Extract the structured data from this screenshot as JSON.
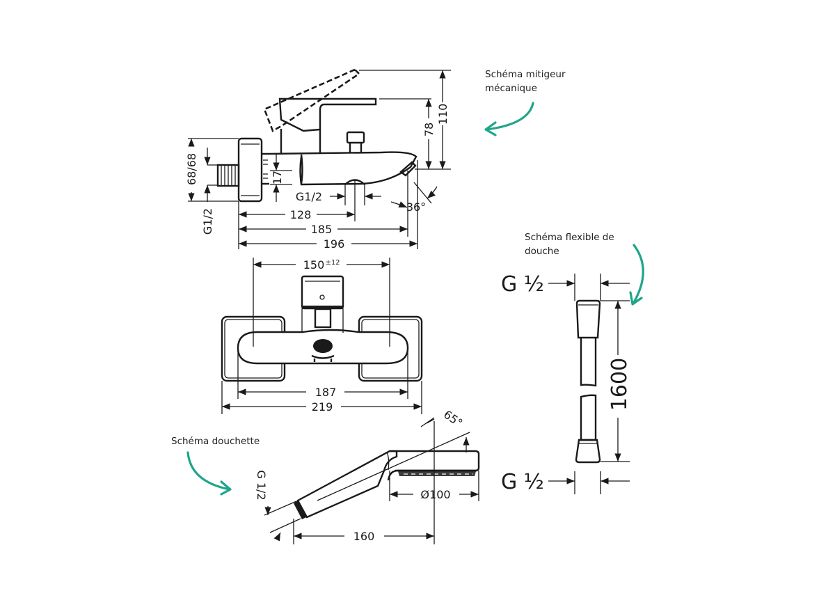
{
  "captions": {
    "mixer": [
      "Schéma mitigeur",
      "mécanique"
    ],
    "hose": [
      "Schéma flexible de",
      "douche"
    ],
    "handshower": "Schéma douchette"
  },
  "accent_color": "#1fa58a",
  "mixer_side_view": {
    "height_total": "110",
    "height_lever": "78",
    "offset_left": "68/68",
    "thread_left": "G1/2",
    "offset_17": "17",
    "thread_outlet": "G1/2",
    "angle": "36°",
    "length_128": "128",
    "length_185": "185",
    "length_196": "196"
  },
  "mixer_top_view": {
    "centers": "150",
    "centers_tolerance": "±12",
    "width_187": "187",
    "width_219": "219"
  },
  "hose": {
    "thread_top": "G ½",
    "thread_bottom": "G ½",
    "length": "1600"
  },
  "handshower": {
    "thread": "G 1/2",
    "angle": "65°",
    "diameter": "Ø100",
    "length": "160"
  }
}
